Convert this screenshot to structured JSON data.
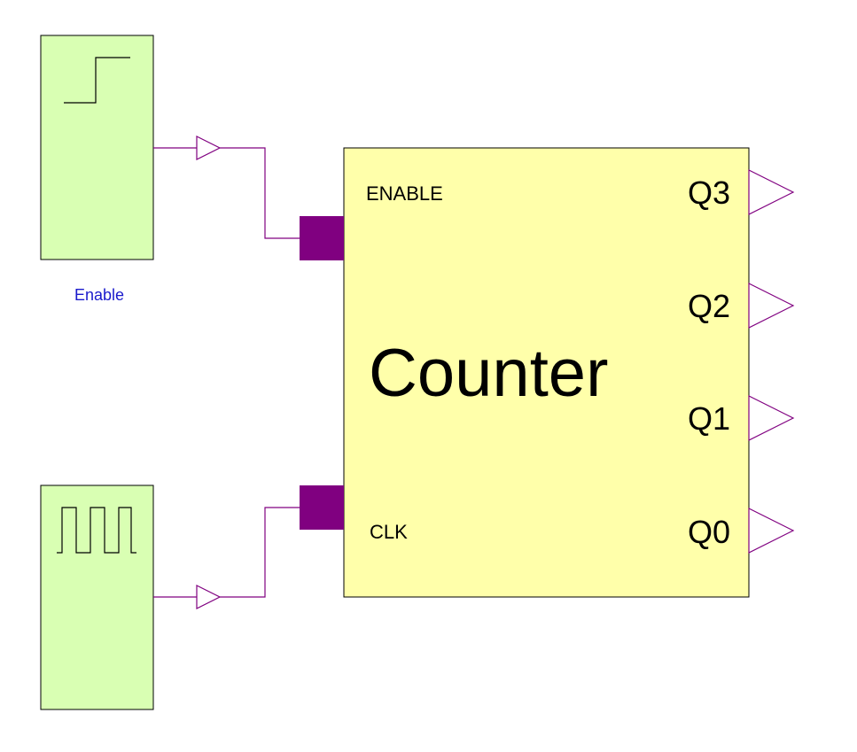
{
  "enable_source": {
    "caption": "Enable",
    "caption_color": "#1a1acc",
    "icon": "step-signal-icon",
    "fill": "#d9ffb3"
  },
  "clock_source": {
    "icon": "square-wave-icon",
    "fill": "#d9ffb3"
  },
  "counter": {
    "title": "Counter",
    "fill": "#ffffaa",
    "pin_color": "#800080",
    "inputs": {
      "enable_label": "ENABLE",
      "clk_label": "CLK"
    },
    "outputs": [
      "Q3",
      "Q2",
      "Q1",
      "Q0"
    ]
  },
  "wire_color": "#800080"
}
